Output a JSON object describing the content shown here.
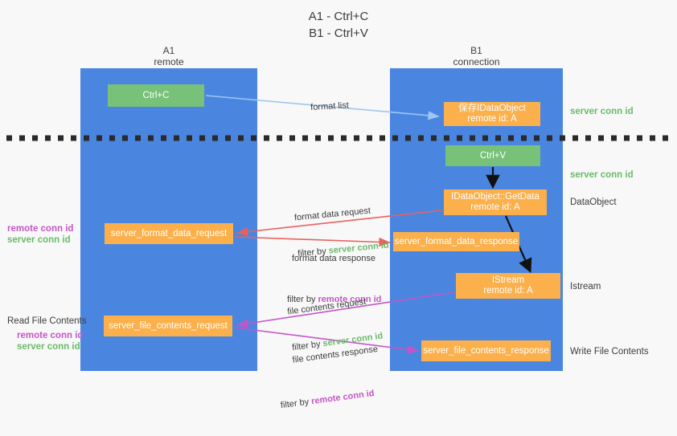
{
  "title": "A1 - Ctrl+C\nB1 - Ctrl+V",
  "lanes": [
    {
      "id": "a1",
      "name": "A1",
      "role": "remote",
      "header": "A1\nremote",
      "color": "#4a86e0"
    },
    {
      "id": "b1",
      "name": "B1",
      "role": "connection",
      "header": "B1\nconnection",
      "color": "#4a86e0"
    }
  ],
  "colors": {
    "lane_blue": "#4a86e0",
    "node_green": "#77c178",
    "node_orange": "#fbb04b",
    "background": "#f8f8f8",
    "server_conn_green": "#6aba6a",
    "remote_conn_pink": "#c455c7",
    "arrow_blue": "#9fc5f0",
    "arrow_red": "#e8625c",
    "arrow_magenta": "#c455c7",
    "arrow_black": "#1a1a1a",
    "text_dark": "#3c3c3c"
  },
  "nodes": {
    "ctrl_c": {
      "label": "Ctrl+C",
      "kind": "green"
    },
    "save_idataobject": {
      "label": "保存IDataObject\nremote id: A",
      "kind": "orange"
    },
    "ctrl_v": {
      "label": "Ctrl+V",
      "kind": "green"
    },
    "getdata": {
      "label": "IDataObject::GetData\nremote id: A",
      "kind": "orange"
    },
    "format_data_request": {
      "label": "server_format_data_request",
      "kind": "orange"
    },
    "format_data_response": {
      "label": "server_format_data_response",
      "kind": "orange"
    },
    "istream": {
      "label": "IStream\nremote id: A",
      "kind": "orange"
    },
    "file_contents_request": {
      "label": "server_file_contents_request",
      "kind": "orange"
    },
    "file_contents_response": {
      "label": "server_file_contents_response",
      "kind": "orange"
    }
  },
  "side_labels": {
    "server_conn_id_top": "server conn id",
    "server_conn_id_mid": "server conn id",
    "dataobject": "DataObject",
    "istream": "Istream",
    "write_file_contents": "Write File Contents",
    "read_file_contents": "Read File Contents",
    "remote_conn_id": "remote conn id",
    "server_conn_id": "server conn id"
  },
  "arrow_labels": {
    "format_list": "format list",
    "format_data_request": "format data request",
    "format_data_request_filter_prefix": "filter by ",
    "format_data_request_filter_value": "server conn id",
    "format_data_response": "format data response",
    "format_data_response_filter_prefix": "filter by ",
    "format_data_response_filter_value": "remote conn id",
    "file_contents_request": "file contents request",
    "file_contents_request_filter_prefix": "filter by ",
    "file_contents_request_filter_value": "server conn id",
    "file_contents_response": "file contents response",
    "file_contents_response_filter_prefix": "filter by ",
    "file_contents_response_filter_value": "remote conn id"
  }
}
